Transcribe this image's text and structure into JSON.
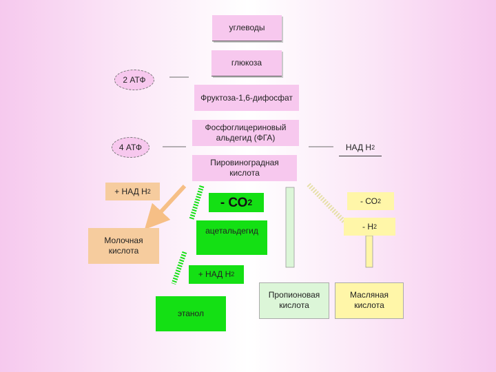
{
  "nodes": {
    "carbohydrates": "углеводы",
    "glucose": "глюкоза",
    "fructose": "Фруктоза-1,6-дифосфат",
    "pga": "Фосфоглицериновый\nальдегид (ФГА)",
    "pyruvic": "Пировиноградная\nкислота",
    "lactic": "Молочная\nкислота",
    "acetaldehyde": "ацетальдегид",
    "ethanol": "этанол",
    "propionic": "Пропионовая\nкислота",
    "butyric": "Масляная\nкислота"
  },
  "labels": {
    "atp2": "2 АТФ",
    "atp4": "4 АТФ",
    "nadh_right": "НАД Н",
    "nadh_right_sub": "2",
    "nadh_lactic": "+ НАД Н",
    "nadh_lactic_sub": "2",
    "co2_big": "- СО",
    "co2_big_sub": "2",
    "co2_small": "- СО",
    "co2_small_sub": "2",
    "h2": "- Н",
    "h2_sub": "2",
    "nadh_ethanol": "+ НАД Н",
    "nadh_ethanol_sub": "2"
  },
  "colors": {
    "pink": "#f7c8ee",
    "peach": "#f6cc9e",
    "green": "#14e014",
    "pale_green": "#dcf6d8",
    "pale_yellow": "#fff6a8"
  }
}
